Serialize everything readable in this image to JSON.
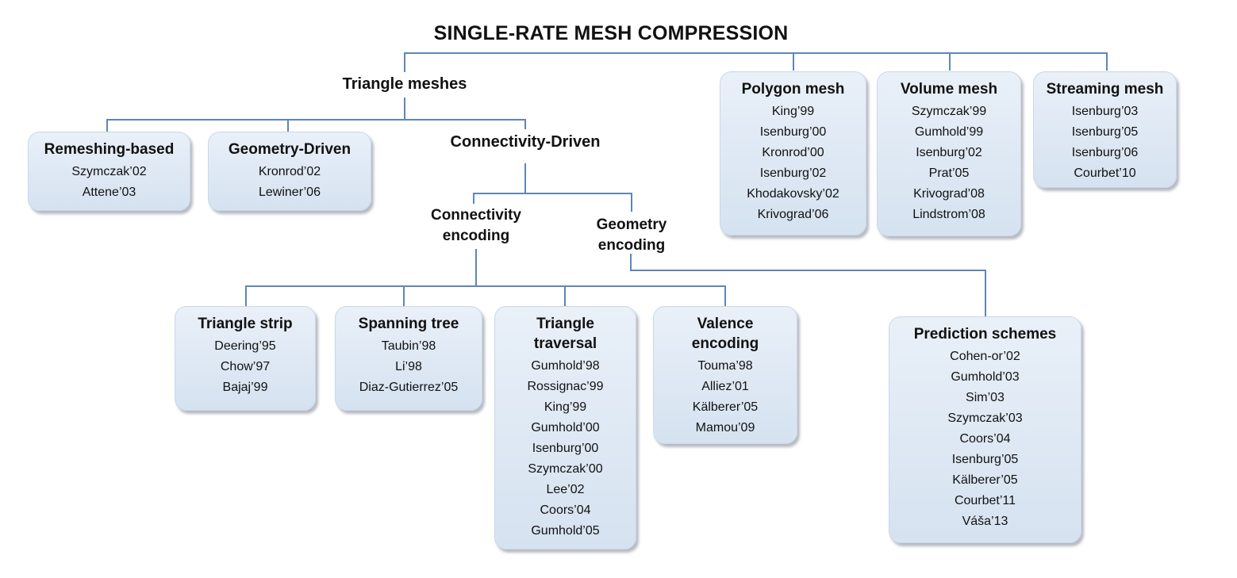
{
  "diagram": {
    "title": "SINGLE-RATE MESH COMPRESSION"
  },
  "labels": {
    "triangle_meshes": "Triangle meshes",
    "connectivity_driven": "Connectivity-Driven",
    "connectivity_encoding": "Connectivity\nencoding",
    "geometry_encoding": "Geometry\nencoding"
  },
  "boxes": {
    "remeshing_based": {
      "title": "Remeshing-based",
      "entries": [
        "Szymczak’02",
        "Attene’03"
      ]
    },
    "geometry_driven": {
      "title": "Geometry-Driven",
      "entries": [
        "Kronrod’02",
        "Lewiner’06"
      ]
    },
    "polygon_mesh": {
      "title": "Polygon mesh",
      "entries": [
        "King’99",
        "Isenburg’00",
        "Kronrod’00",
        "Isenburg’02",
        "Khodakovsky’02",
        "Krivograd’06"
      ]
    },
    "volume_mesh": {
      "title": "Volume mesh",
      "entries": [
        "Szymczak’99",
        "Gumhold’99",
        "Isenburg’02",
        "Prat’05",
        "Krivograd’08",
        "Lindstrom’08"
      ]
    },
    "streaming_mesh": {
      "title": "Streaming mesh",
      "entries": [
        "Isenburg’03",
        "Isenburg’05",
        "Isenburg’06",
        "Courbet’10"
      ]
    },
    "triangle_strip": {
      "title": "Triangle strip",
      "entries": [
        "Deering’95",
        "Chow’97",
        "Bajaj’99"
      ]
    },
    "spanning_tree": {
      "title": "Spanning tree",
      "entries": [
        "Taubin’98",
        "Li’98",
        "Diaz-Gutierrez’05"
      ]
    },
    "triangle_traversal": {
      "title": "Triangle\ntraversal",
      "entries": [
        "Gumhold’98",
        "Rossignac’99",
        "King’99",
        "Gumhold’00",
        "Isenburg’00",
        "Szymczak’00",
        "Lee’02",
        "Coors’04",
        "Gumhold’05"
      ]
    },
    "valence_encoding": {
      "title": "Valence\nencoding",
      "entries": [
        "Touma’98",
        "Alliez’01",
        "Kälberer’05",
        "Mamou’09"
      ]
    },
    "prediction_schemes": {
      "title": "Prediction schemes",
      "entries": [
        "Cohen-or’02",
        "Gumhold’03",
        "Sim’03",
        "Szymczak’03",
        "Coors’04",
        "Isenburg’05",
        "Kälberer’05",
        "Courbet’11",
        "Váša’13"
      ]
    }
  },
  "hierarchy": {
    "root": "SINGLE-RATE MESH COMPRESSION",
    "children": {
      "SINGLE-RATE MESH COMPRESSION": [
        "Triangle meshes",
        "Polygon mesh",
        "Volume mesh",
        "Streaming mesh"
      ],
      "Triangle meshes": [
        "Remeshing-based",
        "Geometry-Driven",
        "Connectivity-Driven"
      ],
      "Connectivity-Driven": [
        "Connectivity encoding",
        "Geometry encoding"
      ],
      "Connectivity encoding": [
        "Triangle strip",
        "Spanning tree",
        "Triangle traversal",
        "Valence encoding"
      ],
      "Geometry encoding": [
        "Prediction schemes"
      ]
    }
  },
  "colors": {
    "box_fill": "#dbe5f1",
    "box_border": "#c9d8ea",
    "connector": "#5f86b5",
    "text": "#111111"
  }
}
